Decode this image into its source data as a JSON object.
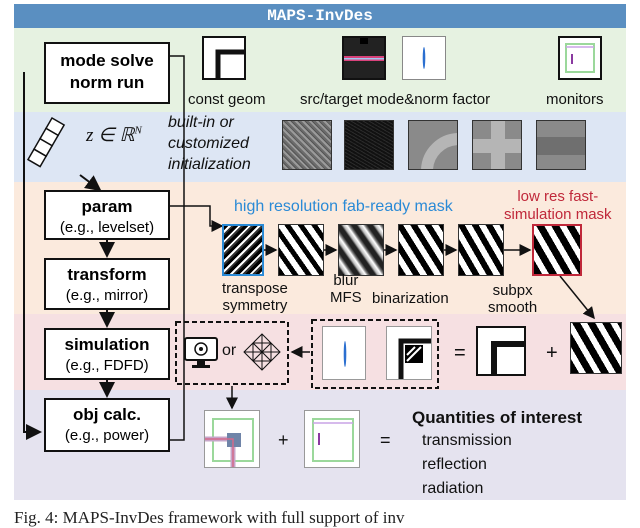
{
  "title": "MAPS-InvDes",
  "pipeline": {
    "mode_solve": "mode solve\nnorm run",
    "param": {
      "title": "param",
      "sub": "(e.g., levelset)"
    },
    "transform": {
      "title": "transform",
      "sub": "(e.g., mirror)"
    },
    "simulation": {
      "title": "simulation",
      "sub": "(e.g., FDFD)"
    },
    "obj": {
      "title": "obj calc.",
      "sub": "(e.g., power)"
    }
  },
  "top_labels": {
    "const_geom": "const geom",
    "src_target": "src/target mode&norm factor",
    "monitors": "monitors"
  },
  "init": {
    "z_label": "z ∈ ℝ",
    "z_sup": "N",
    "text": "built-in or\ncustomized\ninitialization"
  },
  "masks": {
    "high_res": "high resolution fab-ready mask",
    "low_res": "low res fast-\nsimulation mask"
  },
  "ops": {
    "transpose": "transpose\nsymmetry",
    "blur": "blur\nMFS",
    "binarization": "binarization",
    "subpx": "subpx\nsmooth"
  },
  "sim_row": {
    "or": "or",
    "eq": "=",
    "plus": "+"
  },
  "quantities": {
    "title": "Quantities of interest",
    "items": [
      "transmission",
      "reflection",
      "radiation"
    ]
  },
  "caption": "Fig. 4: MAPS-InvDes framework with full support of inv",
  "colors": {
    "title_bar": "#5a8fc1",
    "band_green": "#e6f2e1",
    "band_blue": "#dde6f4",
    "band_orange": "#fbeadd",
    "band_pink": "#f6e0e2",
    "band_purple": "#e5e3ef",
    "blue_border": "#2a8ad6",
    "red_border": "#c0283a"
  }
}
